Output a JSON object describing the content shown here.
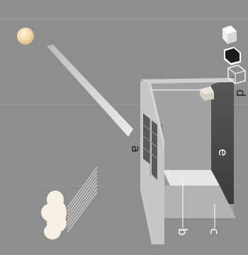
{
  "labels": {
    "a": "a",
    "b": "b",
    "c": "c",
    "d": "d",
    "e": "e"
  },
  "colors": {
    "background": "#8e8e8e",
    "sun": "#f3d9a6",
    "light_beam": "#d9d9d9",
    "cloud": "#f7f1e3",
    "rain": "#cfcfcf",
    "frame": "#d0d0d0",
    "glass_wall": "#4a4a4a",
    "floor": "#b3b3b3",
    "cube_white": "#efefef",
    "cube_black": "#1c1c1c"
  }
}
